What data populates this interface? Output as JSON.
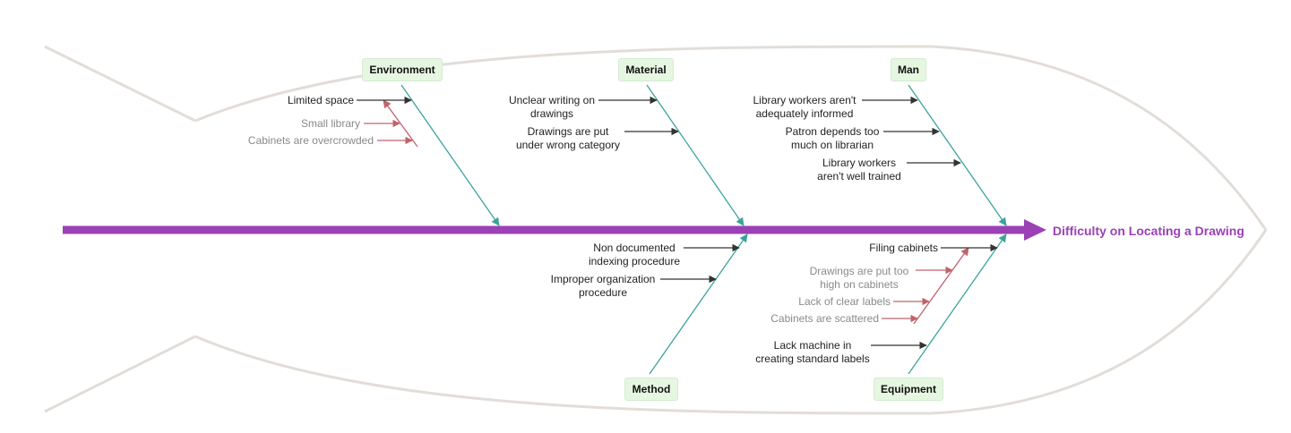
{
  "effect": "Difficulty on Locating a Drawing",
  "colors": {
    "spine": "#9b41b5",
    "bone": "#3aa39c",
    "cause_arrow": "#333333",
    "subcause_arrow": "#c0636c",
    "outline": "#e2ddd8",
    "category_bg": "#e6f7e1"
  },
  "categories": {
    "environment": {
      "label": "Environment",
      "causes": [
        {
          "text": "Limited space",
          "subcauses": [
            "Small library",
            "Cabinets are overcrowded"
          ]
        }
      ]
    },
    "material": {
      "label": "Material",
      "causes": [
        {
          "text": [
            "Unclear writing on",
            "drawings"
          ]
        },
        {
          "text": [
            "Drawings are put",
            "under wrong category"
          ]
        }
      ]
    },
    "man": {
      "label": "Man",
      "causes": [
        {
          "text": [
            "Library workers aren't",
            "adequately informed"
          ]
        },
        {
          "text": [
            "Patron depends too",
            "much on librarian"
          ]
        },
        {
          "text": [
            "Library workers",
            "aren't well trained"
          ]
        }
      ]
    },
    "method": {
      "label": "Method",
      "causes": [
        {
          "text": [
            "Non documented",
            "indexing procedure"
          ]
        },
        {
          "text": [
            "Improper organization",
            "procedure"
          ]
        }
      ]
    },
    "equipment": {
      "label": "Equipment",
      "causes": [
        {
          "text": "Filing cabinets",
          "subcauses": [
            [
              "Drawings are put too",
              "high on cabinets"
            ],
            "Lack of clear labels",
            "Cabinets are scattered"
          ]
        },
        {
          "text": [
            "Lack machine in",
            "creating standard labels"
          ]
        }
      ]
    }
  }
}
